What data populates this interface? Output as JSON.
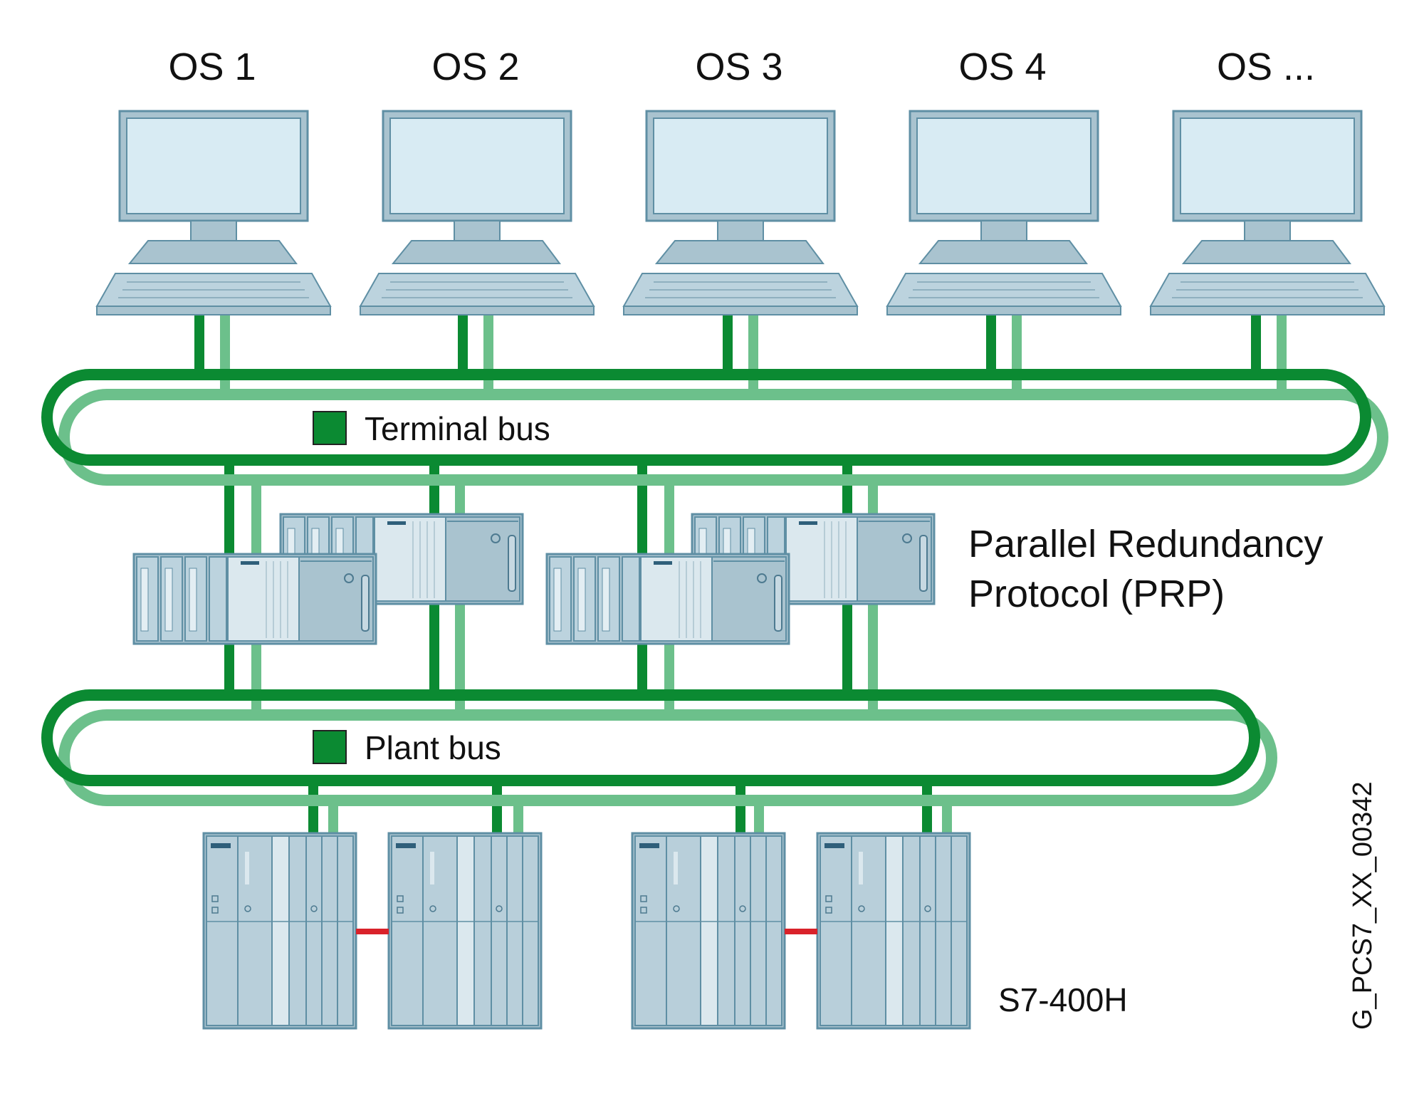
{
  "workstations": [
    {
      "label": "OS 1"
    },
    {
      "label": "OS 2"
    },
    {
      "label": "OS 3"
    },
    {
      "label": "OS 4"
    },
    {
      "label": "OS ..."
    }
  ],
  "terminal_bus": {
    "label": "Terminal bus"
  },
  "plant_bus": {
    "label": "Plant bus"
  },
  "redundancy": {
    "line1": "Parallel Redundancy",
    "line2": "Protocol (PRP)"
  },
  "controller": {
    "label": "S7-400H"
  },
  "drawing_id": "G_PCS7_XX_00342",
  "colors": {
    "network_a": "#0b8a32",
    "network_b": "#6cc08b",
    "equipment_fill": "#a9c3cf",
    "equipment_stroke": "#5f8fa4",
    "screen_fill": "#d8ebf3",
    "sync_link": "#d9222a",
    "bus_marker": "#0b8a32"
  },
  "icons": {
    "workstation": "computer-monitor-keyboard-icon",
    "server": "rack-server-icon",
    "controller": "s7-400h-plc-icon"
  }
}
